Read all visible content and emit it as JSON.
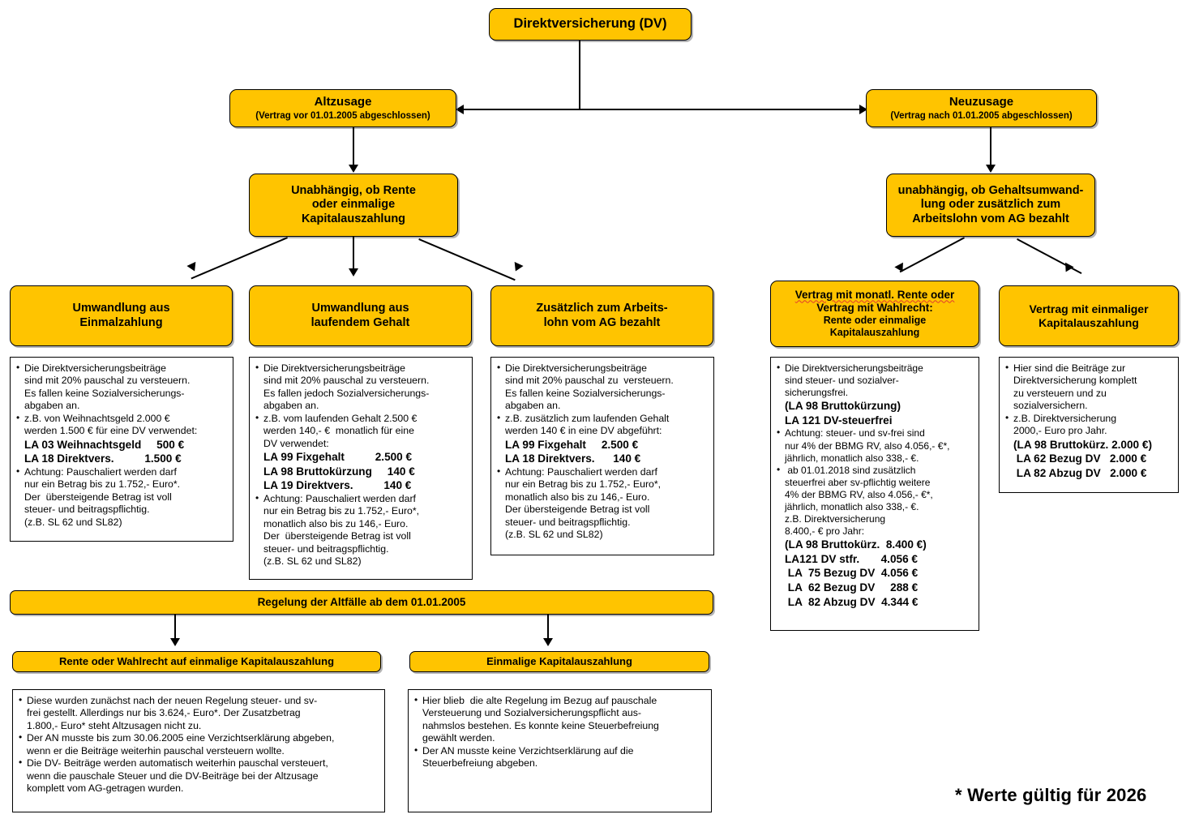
{
  "diagram": {
    "root": {
      "title": "Direktversicherung (DV)"
    },
    "branches": {
      "alt": {
        "title": "Altzusage",
        "subtitle": "(Vertrag vor 01.01.2005 abgeschlossen)"
      },
      "neu": {
        "title": "Neuzusage",
        "subtitle": "(Vertrag nach 01.01.2005 abgeschlossen)"
      }
    },
    "conditions": {
      "alt": {
        "line1": "Unabhängig, ob Rente",
        "line2": "oder einmalige",
        "line3": "Kapitalauszahlung"
      },
      "neu": {
        "line1": "unabhängig, ob Gehaltsumwand-",
        "line2": "lung oder zusätzlich zum",
        "line3": "Arbeitslohn vom AG bezahlt"
      }
    },
    "cases": {
      "case1": {
        "line1": "Umwandlung aus",
        "line2": "Einmalzahlung"
      },
      "case2": {
        "line1": "Umwandlung aus",
        "line2": "laufendem Gehalt"
      },
      "case3": {
        "line1": "Zusätzlich zum Arbeits-",
        "line2": "lohn vom AG bezahlt"
      },
      "case4": {
        "line1": "Vertrag mit monatl. Rente oder",
        "line2": "Vertrag mit Wahlrecht:",
        "line3": "Rente oder einmalige",
        "line4": "Kapitalauszahlung"
      },
      "case5": {
        "line1": "Vertrag mit einmaliger",
        "line2": "Kapitalauszahlung"
      }
    },
    "details": {
      "detail1": {
        "bullets": [
          {
            "lines": [
              {
                "t": "Die Direktversicherungsbeiträge"
              },
              {
                "t": "sind mit 20% pauschal zu versteuern."
              },
              {
                "t": "Es fallen keine Sozialversicherungs-"
              },
              {
                "t": "abgaben an."
              }
            ]
          },
          {
            "lines": [
              {
                "t": "z.B. von Weihnachtsgeld 2.000 €"
              },
              {
                "t": "werden 1.500 € für eine DV verwendet:"
              },
              {
                "t": "LA 03 Weihnachtsgeld     500 €",
                "bold": true
              },
              {
                "t": "LA 18 Direktvers.          1.500 €",
                "bold": true
              }
            ]
          },
          {
            "lines": [
              {
                "t": "Achtung: Pauschaliert werden darf"
              },
              {
                "t": "nur ein Betrag bis zu 1.752,- Euro*."
              },
              {
                "t": "Der  übersteigende Betrag ist voll"
              },
              {
                "t": "steuer- und beitragspflichtig."
              },
              {
                "t": "(z.B. SL 62 und SL82)"
              }
            ]
          }
        ]
      },
      "detail2": {
        "bullets": [
          {
            "lines": [
              {
                "t": "Die Direktversicherungsbeiträge"
              },
              {
                "t": "sind mit 20% pauschal zu versteuern."
              },
              {
                "t": "Es fallen jedoch Sozialversicherungs-"
              },
              {
                "t": "abgaben an."
              }
            ]
          },
          {
            "lines": [
              {
                "t": "z.B. vom laufenden Gehalt 2.500 €"
              },
              {
                "t": "werden 140,- €  monatlich für eine"
              },
              {
                "t": "DV verwendet:"
              },
              {
                "t": "LA 99 Fixgehalt          2.500 €",
                "bold": true
              },
              {
                "t": "LA 98 Bruttokürzung     140 €",
                "bold": true
              },
              {
                "t": "LA 19 Direktvers.          140 €",
                "bold": true
              }
            ]
          },
          {
            "lines": [
              {
                "t": "Achtung: Pauschaliert werden darf"
              },
              {
                "t": "nur ein Betrag bis zu 1.752,- Euro*,"
              },
              {
                "t": "monatlich also bis zu 146,- Euro."
              },
              {
                "t": "Der  übersteigende Betrag ist voll"
              },
              {
                "t": "steuer- und beitragspflichtig."
              },
              {
                "t": "(z.B. SL 62 und SL82)"
              }
            ]
          }
        ]
      },
      "detail3": {
        "bullets": [
          {
            "lines": [
              {
                "t": "Die Direktversicherungsbeiträge"
              },
              {
                "t": "sind mit 20% pauschal zu  versteuern."
              },
              {
                "t": "Es fallen keine Sozialversicherungs-"
              },
              {
                "t": "abgaben an."
              }
            ]
          },
          {
            "lines": [
              {
                "t": "z.B. zusätzlich zum laufenden Gehalt"
              },
              {
                "t": "werden 140 € in eine DV abgeführt:"
              },
              {
                "t": "LA 99 Fixgehalt     2.500 €",
                "bold": true
              },
              {
                "t": "LA 18 Direktvers.      140 €",
                "bold": true
              }
            ]
          },
          {
            "lines": [
              {
                "t": "Achtung: Pauschaliert werden darf"
              },
              {
                "t": "nur ein Betrag bis zu 1.752,- Euro*,"
              },
              {
                "t": "monatlich also bis zu 146,- Euro."
              },
              {
                "t": "Der übersteigende Betrag ist voll"
              },
              {
                "t": "steuer- und beitragspflichtig."
              },
              {
                "t": "(z.B. SL 62 und SL82)"
              }
            ]
          }
        ]
      },
      "detail4": {
        "bullets": [
          {
            "lines": [
              {
                "t": "Die Direktversicherungsbeiträge"
              },
              {
                "t": "sind steuer- und sozialver-"
              },
              {
                "t": "sicherungsfrei."
              },
              {
                "t": "(LA 98 Bruttokürzung)",
                "bold": true
              },
              {
                "t": "LA 121 DV-steuerfrei",
                "bold": true
              }
            ]
          },
          {
            "lines": [
              {
                "t": "Achtung: steuer- und sv-frei sind"
              },
              {
                "t": "nur 4% der BBMG RV, also 4.056,- €*,"
              },
              {
                "t": "jährlich, monatlich also 338,- €."
              }
            ]
          },
          {
            "lines": [
              {
                "t": " ab 01.01.2018 sind zusätzlich"
              },
              {
                "t": "steuerfrei aber sv-pflichtig weitere"
              },
              {
                "t": "4% der BBMG RV, also 4.056,- €*,"
              },
              {
                "t": "jährlich, monatlich also 338,- €."
              },
              {
                "t": "z.B. Direktversicherung"
              },
              {
                "t": "8.400,- € pro Jahr:"
              },
              {
                "t": "(LA 98 Bruttokürz.  8.400 €)",
                "bold": true
              },
              {
                "t": "LA121 DV stfr.       4.056 €",
                "bold": true
              },
              {
                "t": " LA  75 Bezug DV  4.056 €",
                "bold": true
              },
              {
                "t": " LA  62 Bezug DV     288 €",
                "bold": true
              },
              {
                "t": " LA  82 Abzug DV  4.344 €",
                "bold": true
              }
            ]
          }
        ]
      },
      "detail5": {
        "bullets": [
          {
            "lines": [
              {
                "t": "Hier sind die Beiträge zur"
              },
              {
                "t": "Direktversicherung komplett"
              },
              {
                "t": "zu versteuern und zu"
              },
              {
                "t": "sozialversichern."
              }
            ]
          },
          {
            "lines": [
              {
                "t": "z.B. Direktversicherung"
              },
              {
                "t": "2000,- Euro pro Jahr."
              },
              {
                "t": "(LA 98 Bruttokürz. 2.000 €)",
                "bold": true
              },
              {
                "t": " LA 62 Bezug DV   2.000 €",
                "bold": true
              },
              {
                "t": " LA 82 Abzug DV   2.000 €",
                "bold": true
              }
            ]
          }
        ]
      }
    },
    "old_cases": {
      "header": "Regelung der Altfälle ab dem 01.01.2005",
      "option1": "Rente oder Wahlrecht auf einmalige Kapitalauszahlung",
      "option2": "Einmalige Kapitalauszahlung",
      "detail1": {
        "bullets": [
          {
            "lines": [
              {
                "t": "Diese wurden zunächst nach der neuen Regelung steuer- und sv-"
              },
              {
                "t": "frei gestellt. Allerdings nur bis 3.624,- Euro*. Der Zusatzbetrag"
              },
              {
                "t": "1.800,- Euro* steht Altzusagen nicht zu."
              }
            ]
          },
          {
            "lines": [
              {
                "t": "Der AN musste bis zum 30.06.2005 eine Verzichtserklärung abgeben,"
              },
              {
                "t": "wenn er die Beiträge weiterhin pauschal versteuern wollte."
              }
            ]
          },
          {
            "lines": [
              {
                "t": "Die DV- Beiträge werden automatisch weiterhin pauschal versteuert,"
              },
              {
                "t": "wenn die pauschale Steuer und die DV-Beiträge bei der Altzusage"
              },
              {
                "t": "komplett vom AG-getragen wurden."
              }
            ]
          }
        ]
      },
      "detail2": {
        "bullets": [
          {
            "lines": [
              {
                "t": "Hier blieb  die alte Regelung im Bezug auf pauschale"
              },
              {
                "t": "Versteuerung und Sozialversicherungspflicht aus-"
              },
              {
                "t": "nahmslos bestehen. Es konnte keine Steuerbefreiung"
              },
              {
                "t": "gewählt werden."
              }
            ]
          },
          {
            "lines": [
              {
                "t": "Der AN musste keine Verzichtserklärung auf die"
              },
              {
                "t": "Steuerbefreiung abgeben."
              }
            ]
          }
        ]
      }
    },
    "footnote": "* Werte gültig für 2026",
    "colors": {
      "node_fill": "#FFC400",
      "node_border": "#000000",
      "text": "#000000",
      "spell_underline": "#e23b2e"
    }
  }
}
